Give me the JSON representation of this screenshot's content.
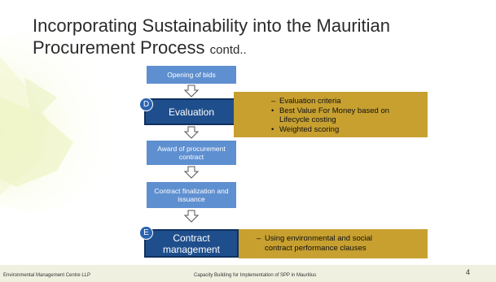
{
  "slide": {
    "title_main": "Incorporating Sustainability into the Mauritian Procurement Process",
    "title_suffix": "contd..",
    "flow": {
      "opening": "Opening of bids",
      "evaluation": "Evaluation",
      "award": "Award of procurement contract",
      "finalization": "Contract finalization and issuance",
      "management": "Contract management"
    },
    "markers": {
      "d": "D",
      "e": "E"
    },
    "callout_d": {
      "items": [
        "Evaluation criteria",
        "Best Value For Money based on",
        "Lifecycle costing",
        "Weighted scoring"
      ],
      "dash": "–"
    },
    "callout_e": {
      "items": [
        "Using environmental and social",
        "contract performance clauses"
      ],
      "dash": "–"
    },
    "footer": {
      "org": "Environmental Management Centre LLP",
      "caption": "Capacity Building for Implementation of SPP in Mauritius",
      "page": "4"
    },
    "colors": {
      "box_light": "#5e8fd0",
      "box_dark": "#1f4e8c",
      "callout": "#c7a030",
      "footer": "#f0f0e1"
    }
  }
}
